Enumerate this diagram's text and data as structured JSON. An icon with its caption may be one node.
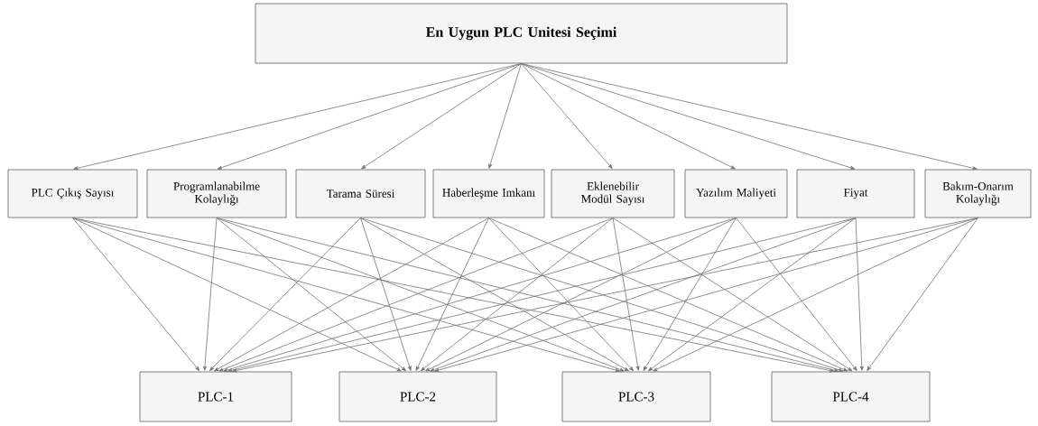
{
  "diagram": {
    "nodes": [
      {
        "text": [
          "En Uygun PLC Unitesi Seçimi"
        ]
      },
      {
        "text": [
          "PLC Çıkış Sayısı"
        ]
      },
      {
        "text": [
          "Programlanabilme Kolaylığı"
        ]
      },
      {
        "text": [
          "Tarama Süresi"
        ]
      },
      {
        "text": [
          "Haberleşme Imkanı"
        ]
      },
      {
        "text": [
          "Eklenebilir Modül Sayısı"
        ]
      },
      {
        "text": [
          "Yazılım Maliyeti"
        ]
      },
      {
        "text": [
          "Fiyat"
        ]
      },
      {
        "text": [
          "Bakım-Onarım Kolaylığı"
        ]
      },
      {
        "text": [
          "PLC-1"
        ]
      },
      {
        "text": [
          "PLC-2"
        ]
      },
      {
        "text": [
          "PLC-3"
        ]
      },
      {
        "text": [
          "PLC-4"
        ]
      }
    ],
    "edges": [
      {
        "from": 0,
        "to": 1,
        "arrow": "to"
      },
      {
        "from": 0,
        "to": 2,
        "arrow": "to"
      },
      {
        "from": 0,
        "to": 3,
        "arrow": "to"
      },
      {
        "from": 0,
        "to": 4,
        "arrow": "to"
      },
      {
        "from": 0,
        "to": 5,
        "arrow": "to"
      },
      {
        "from": 0,
        "to": 6,
        "arrow": "to"
      },
      {
        "from": 0,
        "to": 7,
        "arrow": "to"
      },
      {
        "from": 0,
        "to": 8,
        "arrow": "to"
      },
      {
        "from": 1,
        "to": 9,
        "arrow": "to"
      },
      {
        "from": 1,
        "to": 10,
        "arrow": "to"
      },
      {
        "from": 1,
        "to": 11,
        "arrow": "to"
      },
      {
        "from": 1,
        "to": 12,
        "arrow": "to"
      },
      {
        "from": 2,
        "to": 9,
        "arrow": "to"
      },
      {
        "from": 2,
        "to": 10,
        "arrow": "to"
      },
      {
        "from": 2,
        "to": 11,
        "arrow": "to"
      },
      {
        "from": 2,
        "to": 12,
        "arrow": "to"
      },
      {
        "from": 3,
        "to": 9,
        "arrow": "to"
      },
      {
        "from": 3,
        "to": 10,
        "arrow": "to"
      },
      {
        "from": 3,
        "to": 11,
        "arrow": "to"
      },
      {
        "from": 3,
        "to": 12,
        "arrow": "to"
      },
      {
        "from": 4,
        "to": 9,
        "arrow": "to"
      },
      {
        "from": 4,
        "to": 10,
        "arrow": "to"
      },
      {
        "from": 4,
        "to": 11,
        "arrow": "to"
      },
      {
        "from": 4,
        "to": 12,
        "arrow": "to"
      },
      {
        "from": 5,
        "to": 9,
        "arrow": "to"
      },
      {
        "from": 5,
        "to": 10,
        "arrow": "to"
      },
      {
        "from": 5,
        "to": 11,
        "arrow": "to"
      },
      {
        "from": 5,
        "to": 12,
        "arrow": "to"
      },
      {
        "from": 6,
        "to": 9,
        "arrow": "to"
      },
      {
        "from": 6,
        "to": 10,
        "arrow": "to"
      },
      {
        "from": 6,
        "to": 11,
        "arrow": "to"
      },
      {
        "from": 6,
        "to": 12,
        "arrow": "to"
      },
      {
        "from": 7,
        "to": 9,
        "arrow": "to"
      },
      {
        "from": 7,
        "to": 10,
        "arrow": "to"
      },
      {
        "from": 7,
        "to": 11,
        "arrow": "to"
      },
      {
        "from": 7,
        "to": 12,
        "arrow": "to"
      },
      {
        "from": 8,
        "to": 9,
        "arrow": "to"
      },
      {
        "from": 8,
        "to": 10,
        "arrow": "to"
      },
      {
        "from": 8,
        "to": 11,
        "arrow": "to"
      },
      {
        "from": 8,
        "to": 12,
        "arrow": "to"
      }
    ]
  }
}
